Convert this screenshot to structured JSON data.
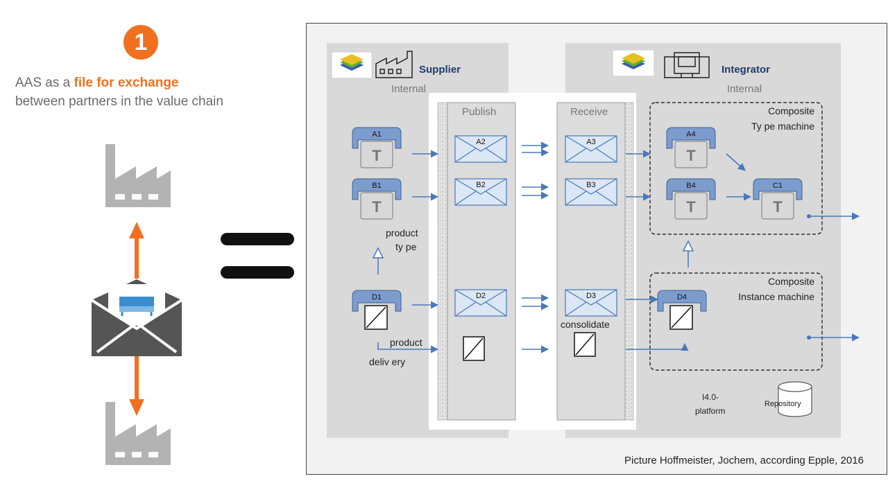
{
  "badge": {
    "number": "1"
  },
  "caption": {
    "prefix": "AAS as a ",
    "highlight": "file for exchange",
    "line2": "between partners in the value chain"
  },
  "diagram": {
    "supplier": {
      "title": "Supplier",
      "sub": "Internal"
    },
    "integrator": {
      "title": "Integrator",
      "sub": "Internal"
    },
    "publish": "Publish",
    "receive": "Receive",
    "composite_type": [
      "Composite",
      "Ty pe machine"
    ],
    "composite_instance": [
      "Composite",
      "Instance machine"
    ],
    "assets": {
      "A1": "A1",
      "B1": "B1",
      "D1": "D1",
      "A4": "A4",
      "B4": "B4",
      "C1": "C1",
      "D4": "D4",
      "T": "T"
    },
    "envelopes": {
      "A2": "A2",
      "B2": "B2",
      "D2": "D2",
      "A3": "A3",
      "B3": "B3",
      "D3": "D3"
    },
    "product_type": [
      "product",
      "ty pe"
    ],
    "product_delivery": [
      "product",
      "deliv ery"
    ],
    "consolidate": "consolidate",
    "platform": [
      "I4.0-",
      "platform"
    ],
    "repository": "Repository",
    "credit": "Picture Hoffmeister, Jochem, according Epple, 2016"
  },
  "colors": {
    "accent": "#f07020",
    "icon_grey": "#b3b3b3",
    "blue_tab": "#7c9ccd",
    "envelope": "#dbe7f5",
    "arrow_blue": "#4a78b8",
    "panel": "#d9d9d9"
  }
}
